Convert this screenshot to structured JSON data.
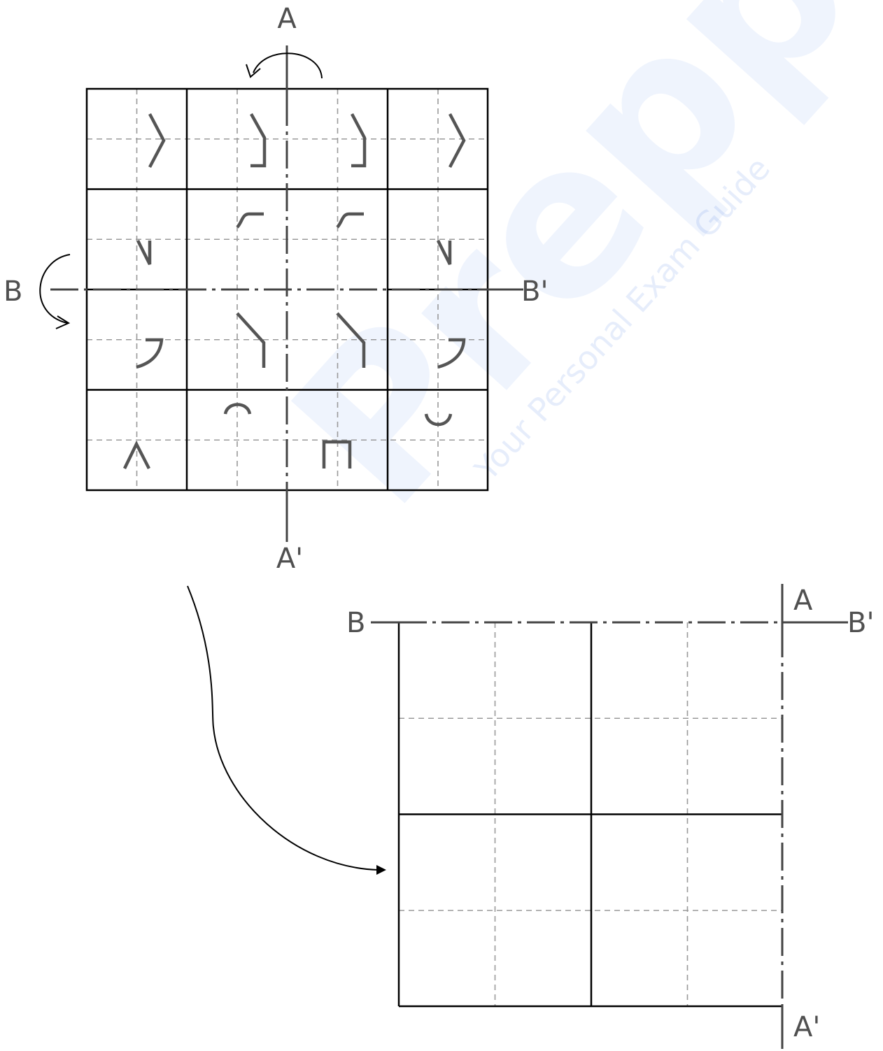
{
  "labels": {
    "top_a": "A",
    "top_a_prime": "A'",
    "top_b": "B",
    "top_b_prime": "B'",
    "bottom_a": "A",
    "bottom_a_prime": "A'",
    "bottom_b": "B",
    "bottom_b_prime": "B'"
  },
  "watermark": {
    "logo": "Prepp",
    "tagline": "Your Personal Exam Guide"
  },
  "colors": {
    "watermark": "#2f6fe0",
    "axis": "#444444",
    "grid_dash": "#9a9a9a"
  }
}
